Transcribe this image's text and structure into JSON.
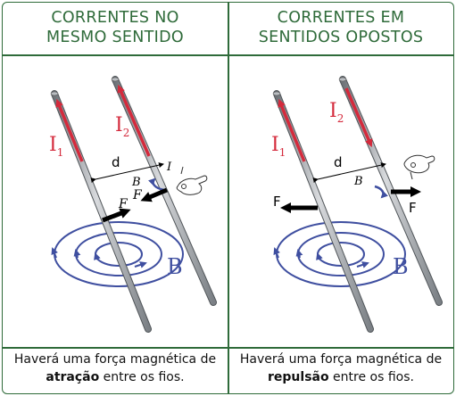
{
  "panels": [
    {
      "title_line1": "CORRENTES NO",
      "title_line2": "MESMO SENTIDO",
      "labels": {
        "current1": "I",
        "current1_sub": "1",
        "current2": "I",
        "current2_sub": "2",
        "distance": "d",
        "field_small": "B",
        "current_small": "I",
        "force_a": "F",
        "force_b": "F",
        "field_large": "B"
      },
      "caption_prefix": "Haverá uma força magnética de",
      "caption_bold": "atração",
      "caption_suffix": " entre os fios."
    },
    {
      "title_line1": "CORRENTES EM",
      "title_line2": "SENTIDOS OPOSTOS",
      "labels": {
        "current1": "I",
        "current1_sub": "1",
        "current2": "I",
        "current2_sub": "2",
        "distance": "d",
        "field_small": "B",
        "force_a": "F",
        "force_b": "F",
        "field_large": "B"
      },
      "caption_prefix": "Haverá uma força magnética de",
      "caption_bold": "repulsão",
      "caption_suffix": " entre os fios."
    }
  ],
  "colors": {
    "border": "#2f6b3a",
    "current": "#d42a3c",
    "field": "#3f4fa0",
    "force": "#000000",
    "wire": "#9aa0a6"
  }
}
